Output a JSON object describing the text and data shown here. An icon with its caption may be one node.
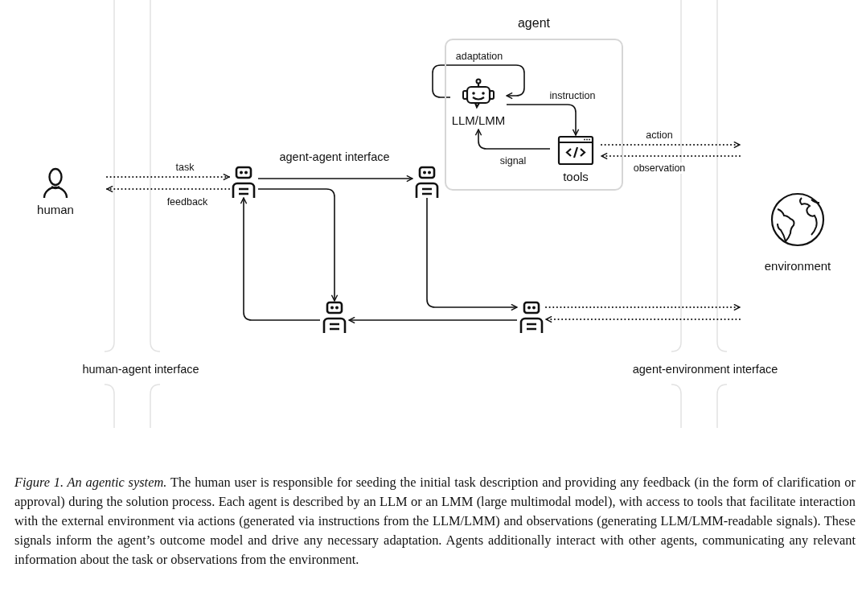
{
  "diagram": {
    "caption": "*Figure 1. An agentic system.* The human user is responsible for seeding the initial task description and providing any feedback (in the form of clarification or approval) during the solution process. Each agent is described by an LLM or an LMM (large multimodal model), with access to tools that facilitate interaction with the external environment via actions (generated via instructions from the LLM/LMM) and observations (generating LLM/LMM-readable signals). These signals inform the agent’s outcome model and drive any necessary adaptation. Agents additionally interact with other agents, communicating any relevant information about the task or observations from the environment.",
    "nodes": [
      {
        "text": [
          "human"
        ]
      },
      {
        "text": [],
        "shape": "robot"
      },
      {
        "text": [
          "agent"
        ]
      },
      {
        "text": [
          "LLM/LMM"
        ],
        "in": 2
      },
      {
        "text": [
          "tools"
        ],
        "in": 2
      },
      {
        "text": [],
        "shape": "robot"
      },
      {
        "text": [],
        "shape": "robot"
      },
      {
        "text": [],
        "shape": "robot"
      },
      {
        "text": [
          "environment"
        ]
      }
    ],
    "edges": [
      {
        "from": 0,
        "to": 1,
        "arrow": "to",
        "label": "task",
        "style": "dashed"
      },
      {
        "from": 1,
        "to": 0,
        "arrow": "to",
        "label": "feedback",
        "style": "dashed"
      },
      {
        "from": 1,
        "to": 5,
        "arrow": "to"
      },
      {
        "from": 1,
        "to": 6,
        "arrow": "to"
      },
      {
        "from": 6,
        "to": 1,
        "arrow": "to"
      },
      {
        "from": 5,
        "to": 7,
        "arrow": "to"
      },
      {
        "from": 7,
        "to": 6,
        "arrow": "to"
      },
      {
        "from": 3,
        "to": 3,
        "arrow": "to",
        "label": "adaptation"
      },
      {
        "from": 3,
        "to": 4,
        "arrow": "to",
        "label": "instruction"
      },
      {
        "from": 4,
        "to": 3,
        "arrow": "to",
        "label": "signal"
      },
      {
        "from": 4,
        "to": null,
        "arrow": "to",
        "label": "action",
        "style": "dashed"
      },
      {
        "from": null,
        "to": 4,
        "arrow": "to",
        "label": "observation",
        "style": "dashed"
      },
      {
        "from": 7,
        "to": null,
        "arrow": "to",
        "style": "dashed"
      },
      {
        "from": null,
        "to": 7,
        "arrow": "to",
        "style": "dashed"
      }
    ],
    "labels": [
      "agent-agent interface",
      "human-agent interface",
      "agent-environment interface"
    ]
  }
}
